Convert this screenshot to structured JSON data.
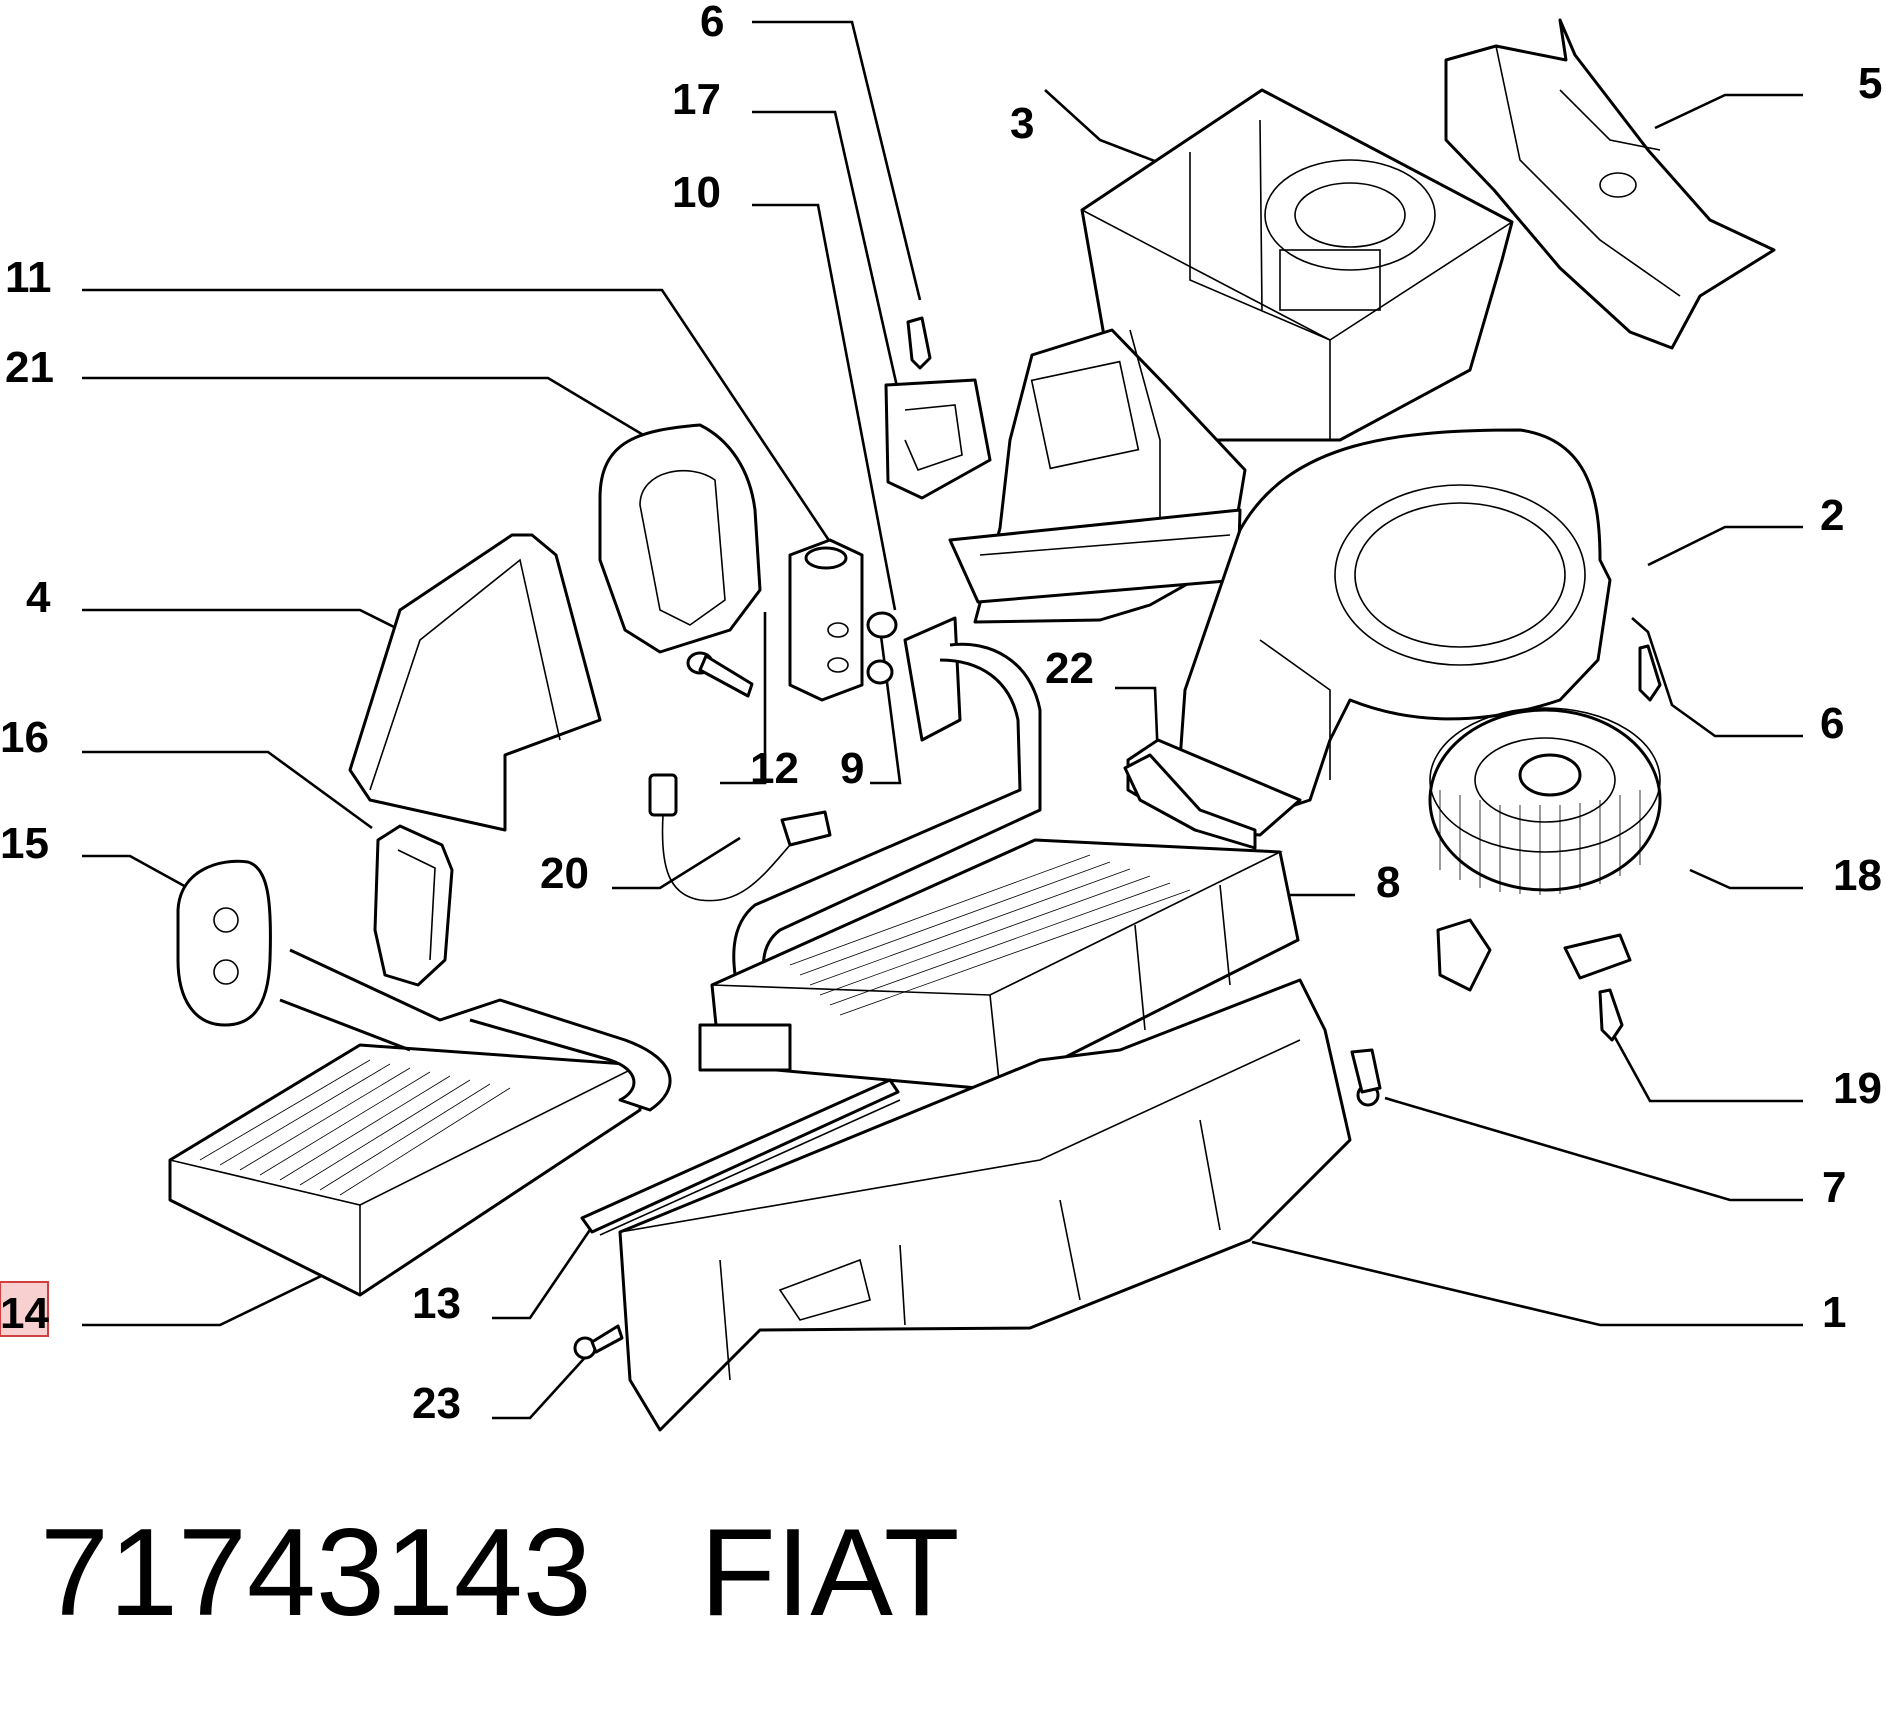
{
  "diagram": {
    "callouts": {
      "c1": "1",
      "c2": "2",
      "c3": "3",
      "c4": "4",
      "c5": "5",
      "c6a": "6",
      "c6b": "6",
      "c7": "7",
      "c8": "8",
      "c9": "9",
      "c10": "10",
      "c11": "11",
      "c12": "12",
      "c13": "13",
      "c14": "14",
      "c15": "15",
      "c16": "16",
      "c17": "17",
      "c18": "18",
      "c19": "19",
      "c20": "20",
      "c21": "21",
      "c22": "22",
      "c23": "23"
    },
    "highlighted_callout": "14"
  },
  "footer": {
    "part_number": "71743143",
    "brand": "FIAT"
  }
}
